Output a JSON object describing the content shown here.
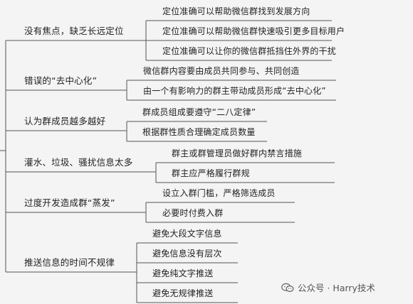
{
  "branches": [
    {
      "label": "没有焦点，缺乏长远定位",
      "children": [
        "定位准确可以帮助微信群找到发展方向",
        "定位准确可以帮助微信群快速吸引更多目标用户",
        "定位准确可以让你的微信群抵挡住外界的干扰"
      ]
    },
    {
      "label": "错误的“去中心化”",
      "children": [
        "微信群内容要由成员共同参与、共同创造",
        "由一个有影响力的群主带动成员形成“去中心化”"
      ]
    },
    {
      "label": "认为群成员越多越好",
      "children": [
        "群成员组成要遵守“二八定律”",
        "根据群性质合理确定成员数量"
      ]
    },
    {
      "label": "灌水、垃圾、骚扰信息太多",
      "children": [
        "群主或群管理员做好群内禁言措施",
        "群主应严格履行群规"
      ]
    },
    {
      "label": "过度开发造成群“蒸发”",
      "children": [
        "设立入群门槛，严格筛选成员",
        "必要时付费入群"
      ]
    },
    {
      "label": "推送信息的时间不规律",
      "children": [
        "避免大段文字信息",
        "避免信息没有层次",
        "避免纯文字推送",
        "避免无规律推送"
      ]
    }
  ],
  "watermark": {
    "text": "公众号 · Harry技术",
    "icon": "wechat-icon"
  }
}
